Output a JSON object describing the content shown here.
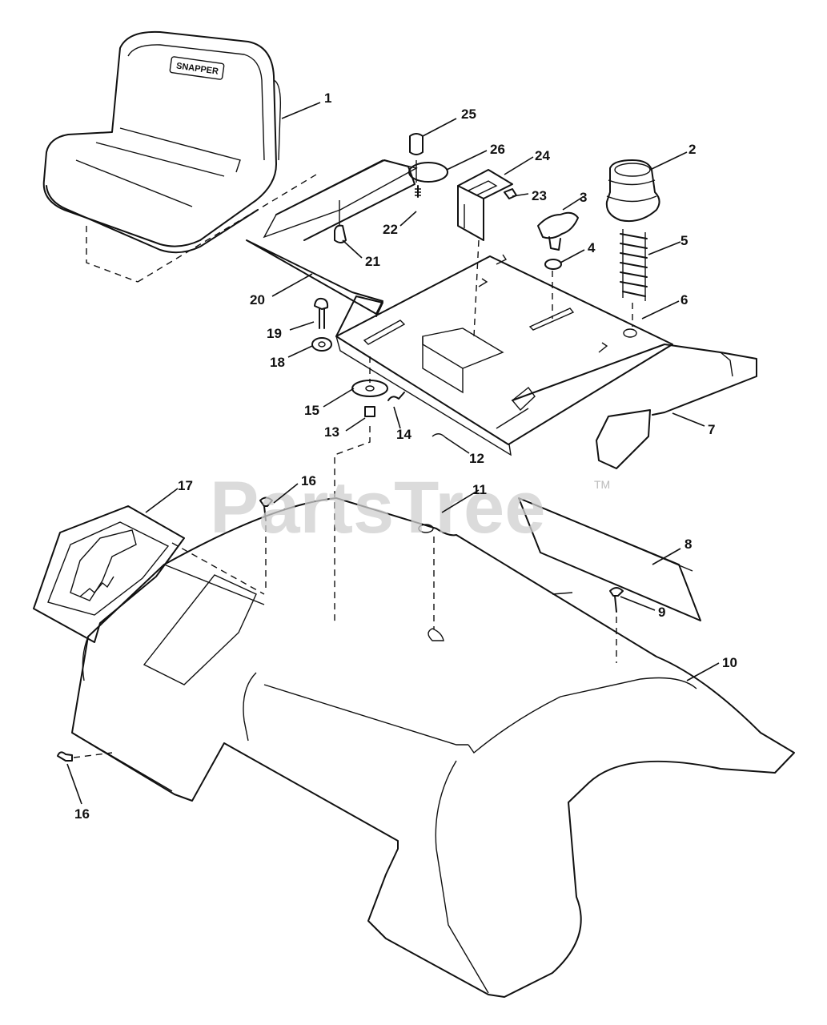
{
  "watermark": {
    "text": "PartsTree",
    "trademark": "TM"
  },
  "seat_brand": "SNAPPER",
  "callouts": [
    {
      "id": "c1",
      "label": "1"
    },
    {
      "id": "c2",
      "label": "2"
    },
    {
      "id": "c3",
      "label": "3"
    },
    {
      "id": "c4",
      "label": "4"
    },
    {
      "id": "c5",
      "label": "5"
    },
    {
      "id": "c6",
      "label": "6"
    },
    {
      "id": "c7",
      "label": "7"
    },
    {
      "id": "c8",
      "label": "8"
    },
    {
      "id": "c9",
      "label": "9"
    },
    {
      "id": "c10",
      "label": "10"
    },
    {
      "id": "c11",
      "label": "11"
    },
    {
      "id": "c12",
      "label": "12"
    },
    {
      "id": "c13",
      "label": "13"
    },
    {
      "id": "c14",
      "label": "14"
    },
    {
      "id": "c15",
      "label": "15"
    },
    {
      "id": "c16a",
      "label": "16"
    },
    {
      "id": "c16b",
      "label": "16"
    },
    {
      "id": "c17",
      "label": "17"
    },
    {
      "id": "c18",
      "label": "18"
    },
    {
      "id": "c19",
      "label": "19"
    },
    {
      "id": "c20",
      "label": "20"
    },
    {
      "id": "c21",
      "label": "21"
    },
    {
      "id": "c22",
      "label": "22"
    },
    {
      "id": "c23",
      "label": "23"
    },
    {
      "id": "c24",
      "label": "24"
    },
    {
      "id": "c25",
      "label": "25"
    },
    {
      "id": "c26",
      "label": "26"
    }
  ]
}
